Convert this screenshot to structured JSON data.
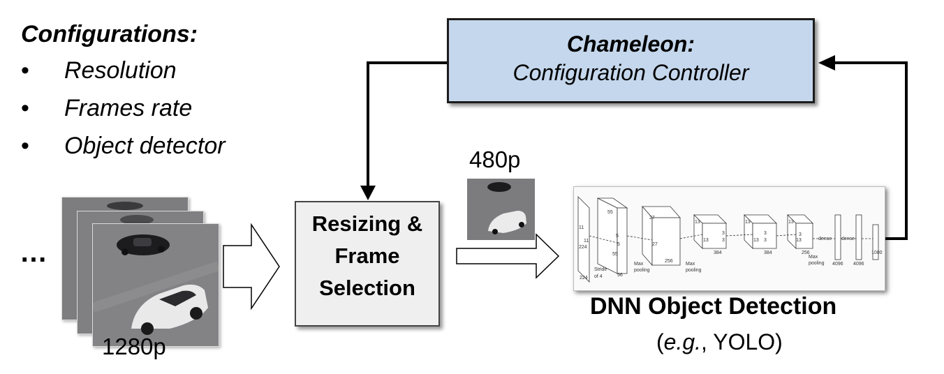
{
  "configurations": {
    "title": "Configurations:",
    "items": [
      {
        "bullet": "•",
        "label": "Resolution"
      },
      {
        "bullet": "•",
        "label": "Frames rate"
      },
      {
        "bullet": "•",
        "label": "Object detector"
      }
    ]
  },
  "controller": {
    "title": "Chameleon:",
    "subtitle": "Configuration Controller",
    "fill_color": "#c5d7ec"
  },
  "resize_box": {
    "line1": "Resizing &",
    "line2": "Frame",
    "line3": "Selection"
  },
  "input_frames": {
    "ellipsis": "…",
    "label": "1280p"
  },
  "resized_frame": {
    "label": "480p"
  },
  "dnn": {
    "title": "DNN Object Detection",
    "subtitle_prefix": "(",
    "subtitle_em": "e.g.",
    "subtitle_rest": ", YOLO)",
    "layer_labels": {
      "l0_a": "11",
      "l0_b": "224",
      "l0_c": "224",
      "l0_d": "11",
      "l1_a": "55",
      "l1_b": "5",
      "l1_c": "5",
      "l1_d": "55",
      "l1_e": "96",
      "stride1": "Stride",
      "stride2": "of 4",
      "l2_a": "27",
      "l2_b": "27",
      "l2_c": "256",
      "l3_a": "13",
      "l3_b": "3",
      "l3_c": "3",
      "l3_d": "13",
      "l3_e": "384",
      "l4_a": "13",
      "l4_b": "3",
      "l4_c": "3",
      "l4_d": "13",
      "l4_e": "384",
      "l5_a": "13",
      "l5_b": "3",
      "l5_c": "13",
      "l5_d": "256",
      "pool1a": "Max",
      "pool1b": "pooling",
      "pool2a": "Max",
      "pool2b": "pooling",
      "pool3a": "Max",
      "pool3b": "pooling",
      "dense1": "dense",
      "dense2": "dense",
      "d1": "4096",
      "d2": "4096",
      "d3": "1000"
    }
  }
}
